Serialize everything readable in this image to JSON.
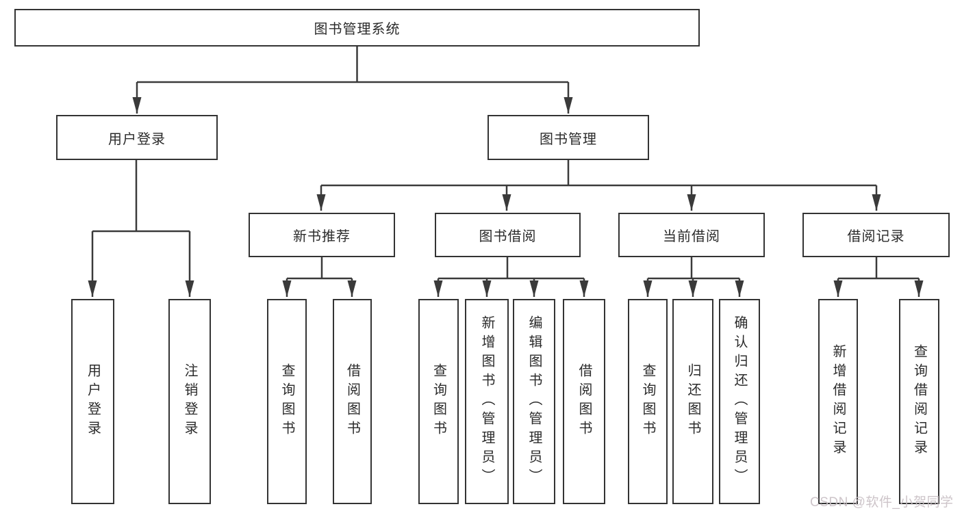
{
  "tree": {
    "root": {
      "label": "图书管理系统",
      "children": [
        {
          "label": "用户登录",
          "children": [
            {
              "label": "用户登录"
            },
            {
              "label": "注销登录"
            }
          ]
        },
        {
          "label": "图书管理",
          "children": [
            {
              "label": "新书推荐",
              "children": [
                {
                  "label": "查询图书"
                },
                {
                  "label": "借阅图书"
                }
              ]
            },
            {
              "label": "图书借阅",
              "children": [
                {
                  "label": "查询图书"
                },
                {
                  "label": "新增图书（管理员）"
                },
                {
                  "label": "编辑图书（管理员）"
                },
                {
                  "label": "借阅图书"
                }
              ]
            },
            {
              "label": "当前借阅",
              "children": [
                {
                  "label": "查询图书"
                },
                {
                  "label": "归还图书"
                },
                {
                  "label": "确认归还（管理员）"
                }
              ]
            },
            {
              "label": "借阅记录",
              "children": [
                {
                  "label": "新增借阅记录"
                },
                {
                  "label": "查询借阅记录"
                }
              ]
            }
          ]
        }
      ]
    }
  },
  "watermark": {
    "text": "CSDN @软件_小贺同学"
  },
  "colors": {
    "background": "#ffffff",
    "box_fill": "#ffffff",
    "box_border": "#333333",
    "line": "#3a3a3a",
    "text": "#2b2b2b",
    "watermark": "#c9c0c5"
  }
}
